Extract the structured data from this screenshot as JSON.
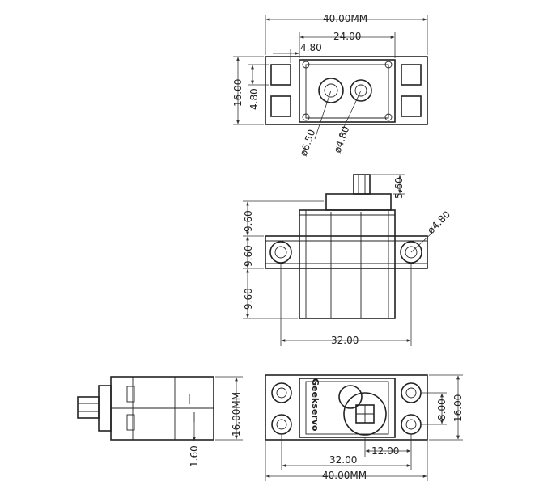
{
  "drawing": {
    "top_view": {
      "overall_width": "40.00MM",
      "hole_spacing": "24.00",
      "tab_width": "4.80",
      "height": "16.00",
      "tab_height": "4.80",
      "shaft_diameter": "ø6.50",
      "hole_diameter": "ø4.80"
    },
    "front_view": {
      "shaft_height": "5.60",
      "upper_height": "9.60",
      "middle_height": "9.60",
      "lower_height": "9.60",
      "mount_hole_diameter": "ø4.80",
      "mount_spacing": "32.00"
    },
    "side_view": {
      "height": "16.00MM",
      "offset": "1.60"
    },
    "bottom_view": {
      "brand": "Geekservo",
      "hole_spacing": "32.00",
      "overall_width": "40.00MM",
      "shaft_offset": "12.00",
      "tab_spacing": "8.00",
      "height": "16.00"
    }
  }
}
